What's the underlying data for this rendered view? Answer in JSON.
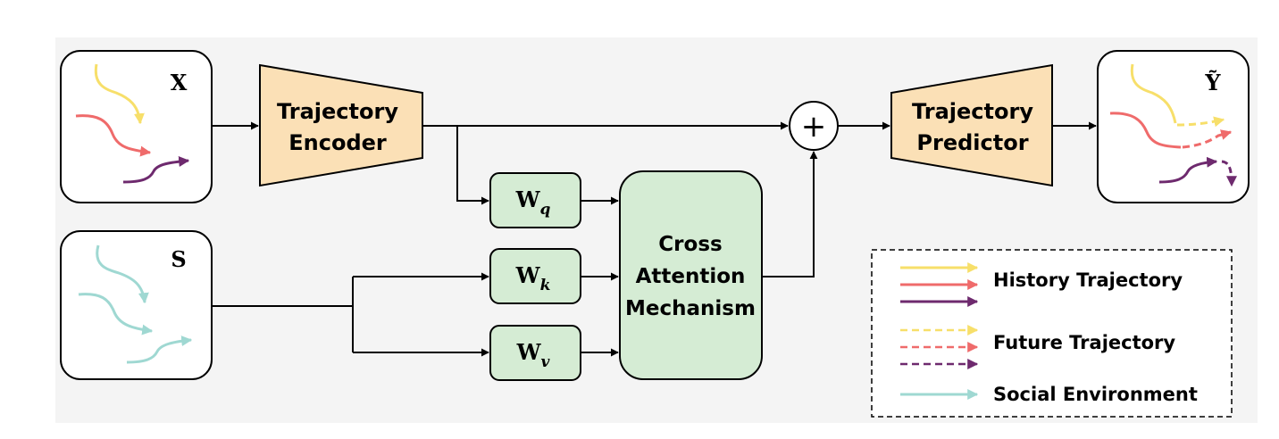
{
  "inputs": {
    "history_label": "X",
    "social_label": "S",
    "output_label": "Ỹ"
  },
  "blocks": {
    "encoder": [
      "Trajectory",
      "Encoder"
    ],
    "predictor": [
      "Trajectory",
      "Predictor"
    ],
    "attention": [
      "Cross",
      "Attention",
      "Mechanism"
    ],
    "wq": {
      "base": "W",
      "sub": "q"
    },
    "wk": {
      "base": "W",
      "sub": "k"
    },
    "wv": {
      "base": "W",
      "sub": "v"
    },
    "sum_symbol": "+"
  },
  "legend": {
    "history": "History Trajectory",
    "future": "Future Trajectory",
    "social": "Social Environment"
  },
  "colors": {
    "yellow": "#f7df6a",
    "red": "#ef6b6b",
    "purple": "#6e2a6e",
    "teal": "#9fd8d2",
    "orange_fill": "#fbe0b6",
    "green_fill": "#d5ecd4",
    "panel_bg": "#f4f4f4",
    "line": "#000000"
  }
}
